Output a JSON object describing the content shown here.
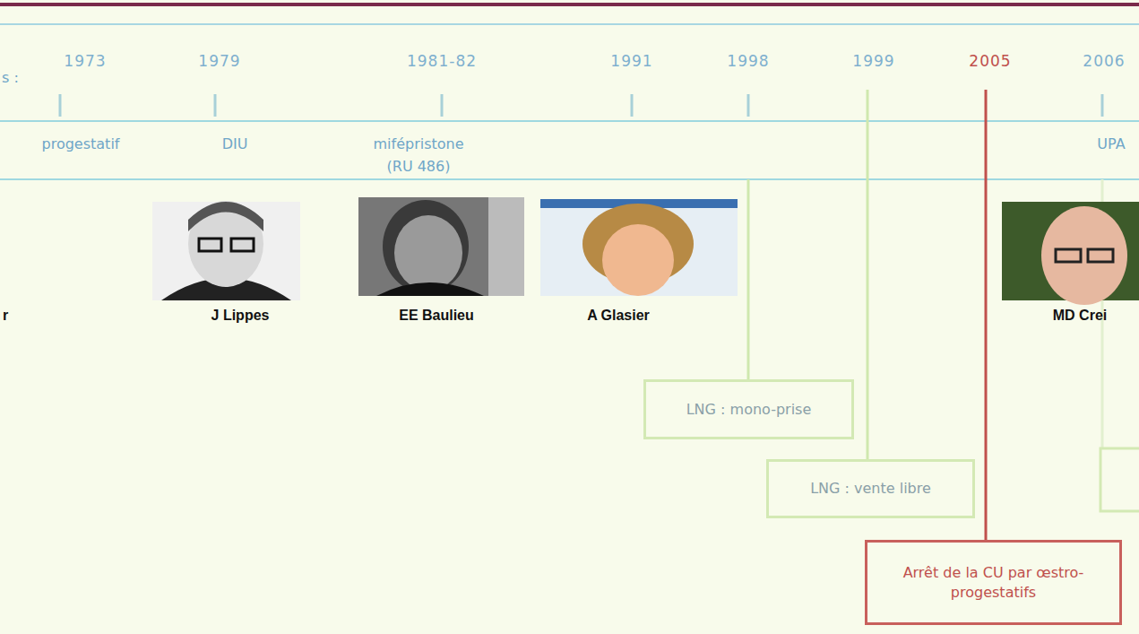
{
  "diagram": {
    "nodes": [
      {
        "text": [
          "LNG : mono-prise"
        ]
      },
      {
        "text": [
          "LNG : vente libre"
        ]
      },
      {
        "text": [
          "Arrêt de la CU par œstro-progestatifs"
        ]
      }
    ],
    "labels": [
      "s :",
      "1973",
      "1979",
      "1981-82",
      "1991",
      "1998",
      "1999",
      "2005",
      "2006",
      "progestatif",
      "DIU",
      "mifépristone",
      "(RU 486)",
      "UPA",
      "r",
      "J Lippes",
      "EE Baulieu",
      "A Glasier",
      "MD Crei"
    ]
  }
}
